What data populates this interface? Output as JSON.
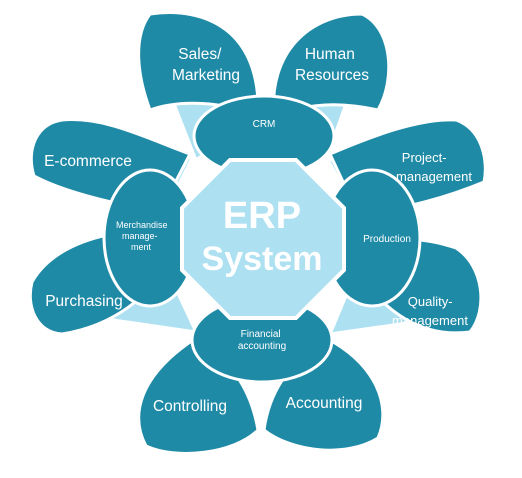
{
  "diagram": {
    "title_line1": "ERP",
    "title_line2": "System",
    "outer": {
      "sales": [
        "Sales/",
        "Marketing"
      ],
      "hr": [
        "Human",
        "Resources"
      ],
      "ecommerce": "E-commerce",
      "project": [
        "Project-",
        "management"
      ],
      "purchasing": "Purchasing",
      "quality": [
        "Quality-",
        "management"
      ],
      "controlling": "Controlling",
      "accounting": "Accounting"
    },
    "inner": {
      "crm": "CRM",
      "merch": [
        "Merchandise",
        "manage-",
        "ment"
      ],
      "production": "Production",
      "financial": [
        "Financial",
        "accounting"
      ]
    }
  },
  "colors": {
    "teal": "#1f8aa6",
    "light_blue": "#ade0f1",
    "text": "#ffffff"
  }
}
